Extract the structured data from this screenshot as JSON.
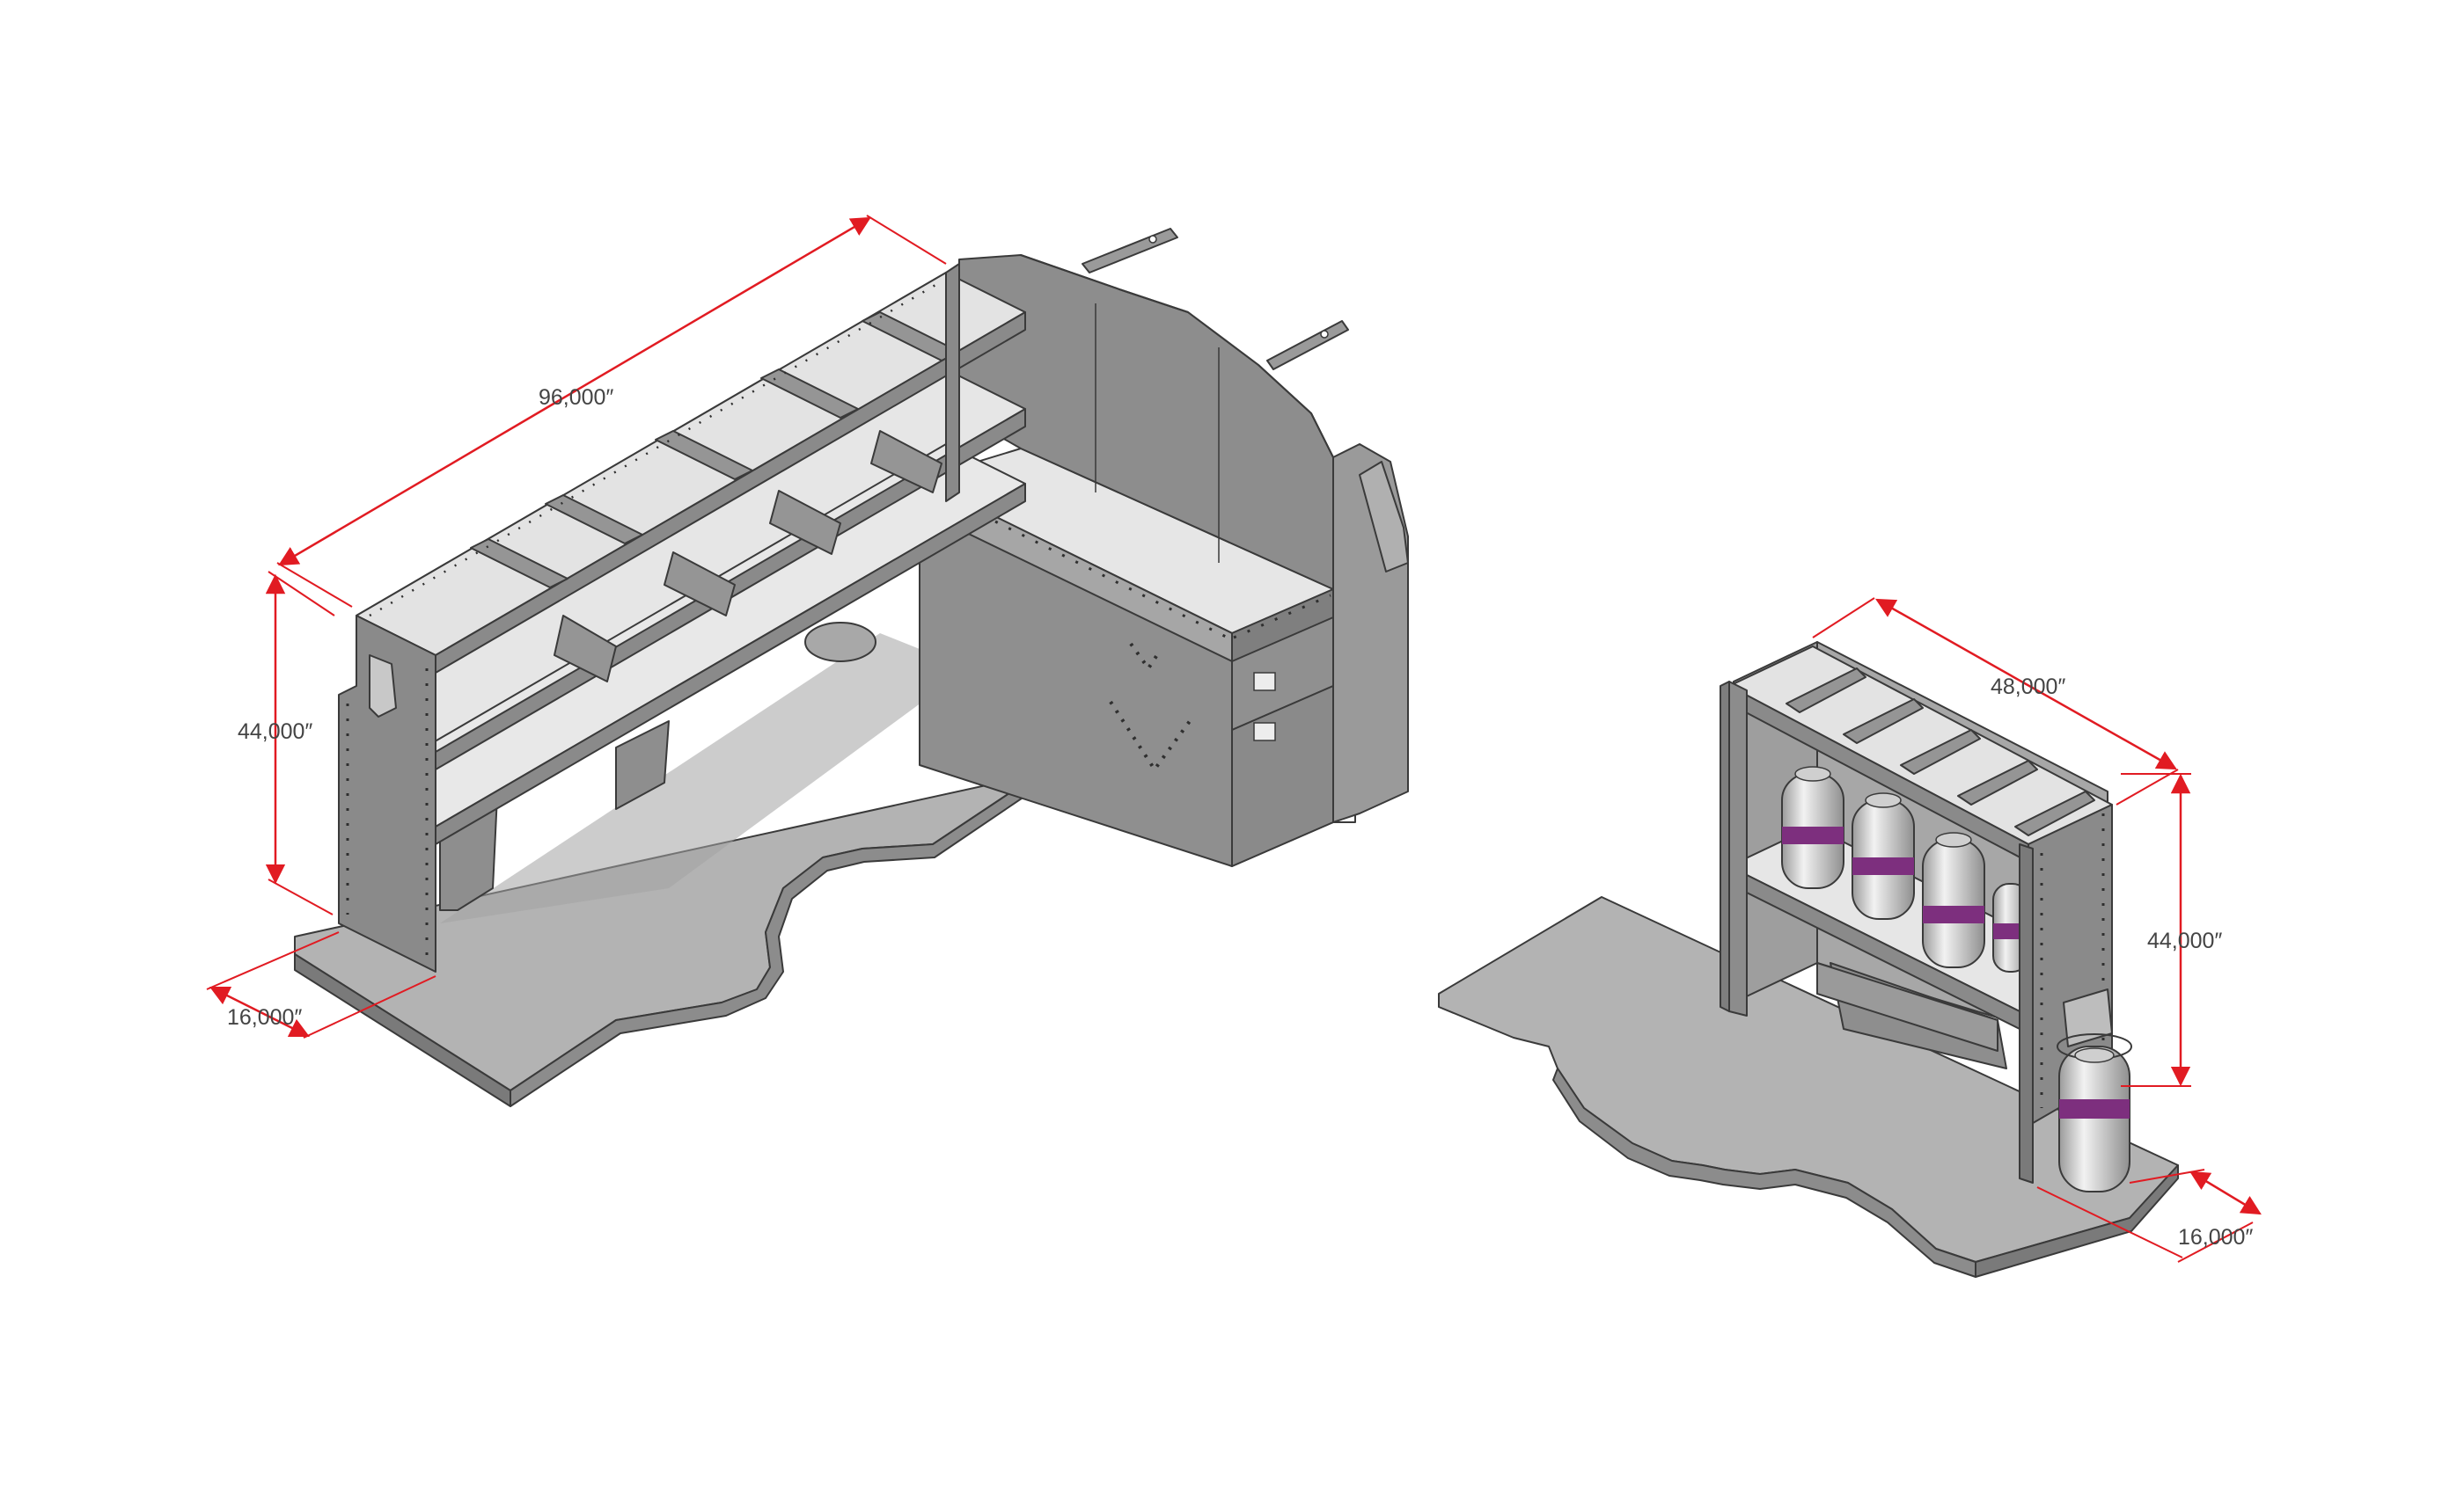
{
  "drawing": {
    "left_unit": {
      "length_label": "96,000″",
      "height_label": "44,000″",
      "depth_label": "16,000″"
    },
    "right_unit": {
      "length_label": "48,000″",
      "height_label": "44,000″",
      "depth_label": "16,000″"
    }
  },
  "colors": {
    "dimension_line": "#e11b22",
    "dimension_text": "#444444",
    "floor": "#b3b3b3",
    "floor_edge": "#7a7a7a",
    "panel_dark": "#8a8a8a",
    "panel_mid": "#9c9c9c",
    "panel_light": "#c4c4c4",
    "shelf_surface": "#e2e2e2",
    "tank_body": "#d8d8d8",
    "tank_band": "#7d2f7e"
  }
}
